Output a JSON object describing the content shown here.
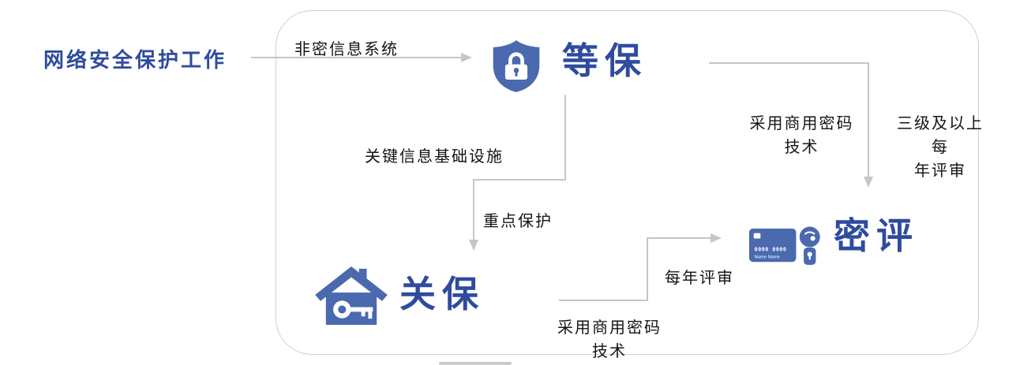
{
  "title": "网络安全保护工作",
  "nodes": {
    "dengbao": {
      "label": "等保",
      "icon": "shield-lock-icon"
    },
    "guanbao": {
      "label": "关保",
      "icon": "house-key-icon"
    },
    "miping": {
      "label": "密评",
      "icon": "bank-card-seal-icon"
    }
  },
  "edges": {
    "feimi": "非密信息系统",
    "guanjian": "关键信息基础设施",
    "zhongdian": "重点保护",
    "caiyong_top": "采用商用密码\n技术",
    "sanji": "三级及以上每\n年评审",
    "meinian": "每年评审",
    "caiyong_bottom": "采用商用密码\n技术"
  },
  "card_text": {
    "numbers": "0000 0000",
    "name": "Name Name"
  },
  "colors": {
    "accent": "#2e4b9e",
    "icon_blue": "#4a69ae",
    "line": "#c6c6c6"
  }
}
